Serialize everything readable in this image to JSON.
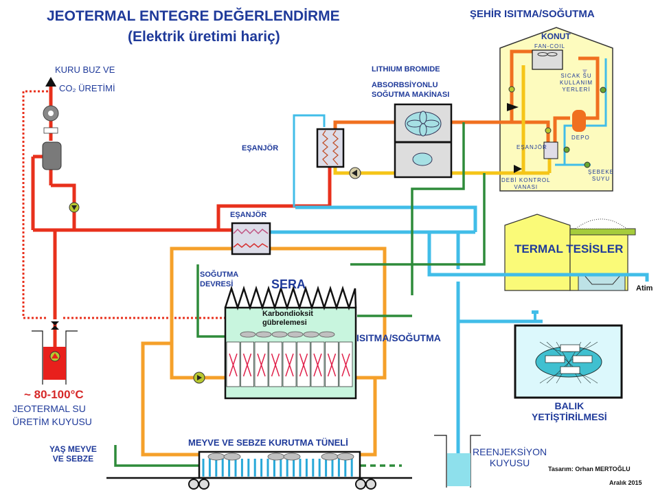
{
  "title": {
    "line1": "JEOTERMAL ENTEGRE DEĞERLENDİRME",
    "line2": "(Elektrik üretimi hariç)"
  },
  "district": {
    "title": "ŞEHİR ISITMA/SOĞUTMA",
    "house": "KONUT",
    "fan_coil": "FAN-COIL",
    "hot_water": [
      "SICAK SU",
      "KULLANIM",
      "YERLERİ"
    ],
    "exchanger": "EŞANJÖR",
    "tank": "DEPO",
    "flow_valve": [
      "DEBİ KONTROL",
      "VANASI"
    ],
    "mains_water": [
      "ŞEBEKE",
      "SUYU"
    ]
  },
  "dry_ice": {
    "line1": "KURU BUZ VE",
    "line2": "CO₂ ÜRETİMİ"
  },
  "absorption": {
    "line1": "LITHIUM BROMIDE",
    "line2": "ABSORBSİYONLU",
    "line3": "SOĞUTMA MAKİNASI"
  },
  "exchanger_upper": "EŞANJÖR",
  "exchanger_main": "EŞANJÖR",
  "thermal": {
    "label": "TERMAL TESİSLER",
    "discharge": "Atim"
  },
  "greenhouse": {
    "label": "SERA",
    "cooling": [
      "SOĞUTMA",
      "DEVRESİ"
    ],
    "co2": [
      "Karbondioksit",
      "gübrelemesi"
    ],
    "heating_cooling": "ISITMA/SOĞUTMA"
  },
  "fish": [
    "BALIK",
    "YETİŞTİRİLMESİ"
  ],
  "well": {
    "temperature": "~ 80-100°C",
    "line1": "JEOTERMAL SU",
    "line2": "ÜRETİM KUYUSU"
  },
  "fresh_produce": [
    "YAŞ MEYVE",
    "VE SEBZE"
  ],
  "drying_tunnel": "MEYVE VE SEBZE KURUTMA TÜNELİ",
  "reinjection": [
    "REENJEKSİYON",
    "KUYUSU"
  ],
  "credits": {
    "designer": "Tasarım: Orhan MERTOĞLU",
    "date": "Aralık 2015"
  },
  "colors": {
    "geothermal_red": "#e8301c",
    "hot_orange": "#f07020",
    "return_yellow": "#f5c518",
    "heating_orange": "#f5a02a",
    "cold_blue": "#41bde8",
    "cooling_green": "#2e8b3a",
    "label_blue": "#1f3a9a",
    "building_yellow": "#fdfbbe",
    "thermal_yellow": "#fafa78",
    "greenhouse_fill": "#c8f5de"
  }
}
